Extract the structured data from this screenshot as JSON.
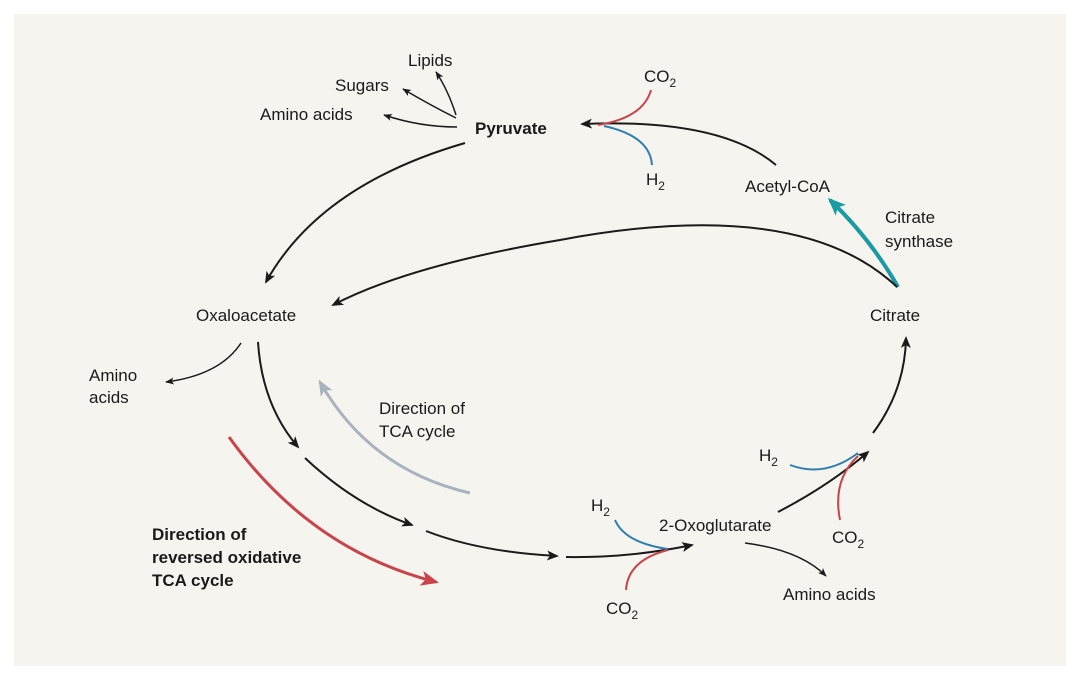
{
  "nodes": {
    "pyruvate": "Pyruvate",
    "acetyl_coa": "Acetyl-CoA",
    "citrate": "Citrate",
    "oxaloacetate": "Oxaloacetate",
    "oxoglutarate": "2-Oxoglutarate"
  },
  "products": {
    "lipids": "Lipids",
    "sugars": "Sugars",
    "amino_acids_pyruvate": "Amino acids",
    "amino_acids_oxaloacetate_1": "Amino",
    "amino_acids_oxaloacetate_2": "acids",
    "amino_acids_oxoglutarate": "Amino acids"
  },
  "gases": {
    "co2_main": "CO",
    "h2_main": "H",
    "subscript": "2"
  },
  "enzyme": {
    "line1": "Citrate",
    "line2": "synthase"
  },
  "annotations": {
    "tca_direction_line1": "Direction of",
    "tca_direction_line2": "TCA cycle",
    "reversed_line1": "Direction of",
    "reversed_line2": "reversed oxidative",
    "reversed_line3": "TCA cycle"
  },
  "colors": {
    "background": "#f5f4ef",
    "arrow": "#1a1a1a",
    "co2": "#c8444a",
    "h2": "#2c7fb0",
    "citrate_synthase": "#1a9aa3",
    "tca_direction": "#a9b3bf",
    "reversed_direction": "#c8444a"
  }
}
